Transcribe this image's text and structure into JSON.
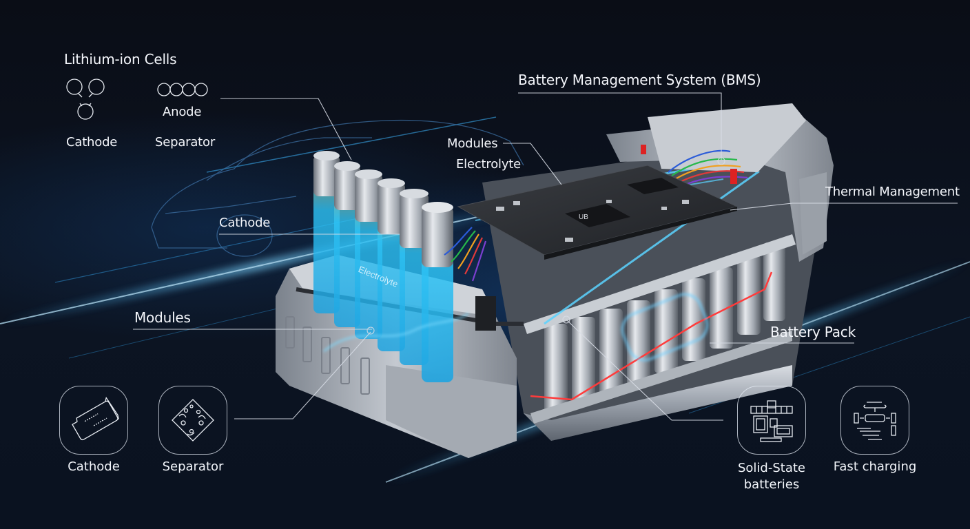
{
  "diagram": {
    "subject": "EV lithium-ion battery pack cutaway",
    "colors": {
      "background": "#0a0d16",
      "glow_blue": "#3fb8ff",
      "electrolyte_cyan": "#35c6f2",
      "wire_red": "#ff3b3b",
      "label_text": "#f4f6fb",
      "leader_line": "#d8dde6"
    }
  },
  "labels": {
    "lithium_ion_cells": "Lithium-ion Cells",
    "cells_cathode": "Cathode",
    "cells_anode": "Anode",
    "cells_separator": "Separator",
    "bms": "Battery Management System (BMS)",
    "modules_top": "Modules",
    "electrolyte": "Electrolyte",
    "thermal_management": "Thermal Management",
    "cathode_mid": "Cathode",
    "modules_left": "Modules",
    "battery_pack": "Battery Pack"
  },
  "icons": [
    {
      "name": "cathode-icon",
      "label": "Cathode"
    },
    {
      "name": "separator-icon",
      "label": "Separator"
    },
    {
      "name": "solid-state-icon",
      "label": "Solid-State\nbatteries",
      "line1": "Solid-State",
      "line2": "batteries"
    },
    {
      "name": "fast-charging-icon",
      "label": "Fast charging"
    }
  ],
  "chip_marking": "UB",
  "cell_text": "Electrolyte"
}
